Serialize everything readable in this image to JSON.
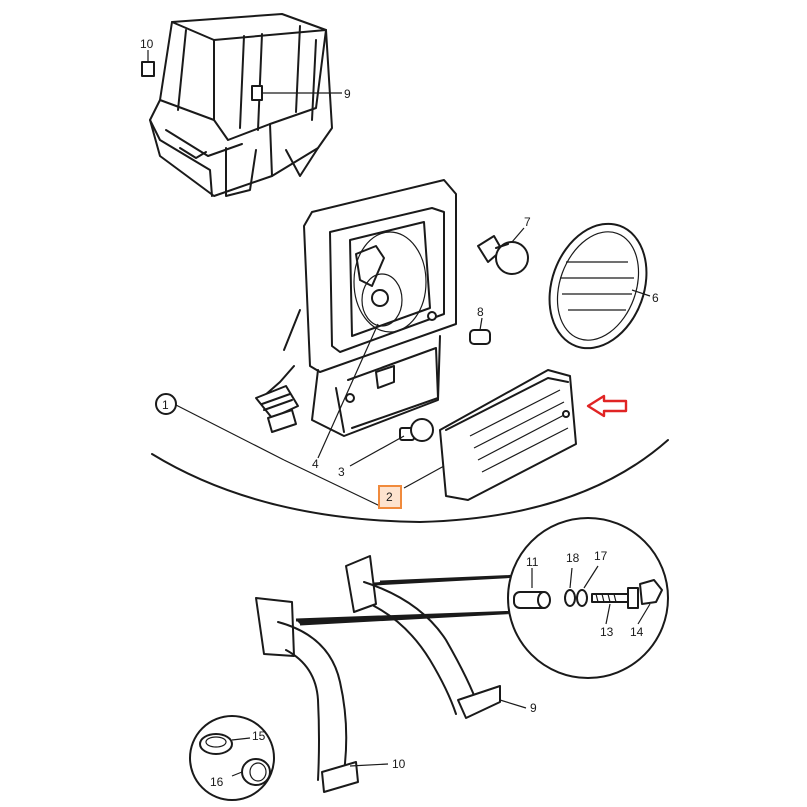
{
  "callouts": {
    "c1": "1",
    "c2": "2",
    "c3": "3",
    "c4": "4",
    "c6": "6",
    "c7": "7",
    "c8": "8",
    "c9_cab": "9",
    "c10_cab": "10",
    "c9_bracket": "9",
    "c10_bracket": "10",
    "c11": "11",
    "c13": "13",
    "c14": "14",
    "c15": "15",
    "c16": "16",
    "c17": "17",
    "c18": "18"
  },
  "colors": {
    "highlight_box": "#f08a3c",
    "highlight_fill": "#fde3cf",
    "arrow": "#e02424",
    "line": "#1a1a1a"
  },
  "icons": {
    "pointer": "right-pointing-outline-arrow-icon"
  }
}
